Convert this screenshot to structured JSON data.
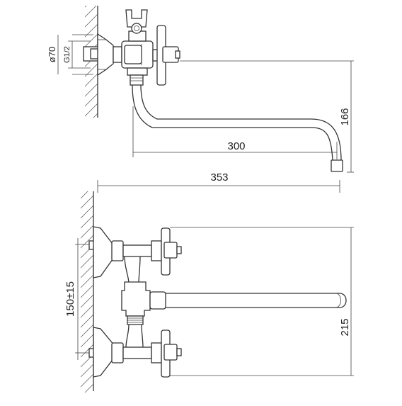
{
  "dimensions": {
    "wall_flange_diameter": "ø70",
    "inlet_thread": "G1/2",
    "spout_reach": "300",
    "spout_height": "166",
    "overall_length": "353",
    "center_distance": "150±15",
    "overall_height": "215"
  }
}
